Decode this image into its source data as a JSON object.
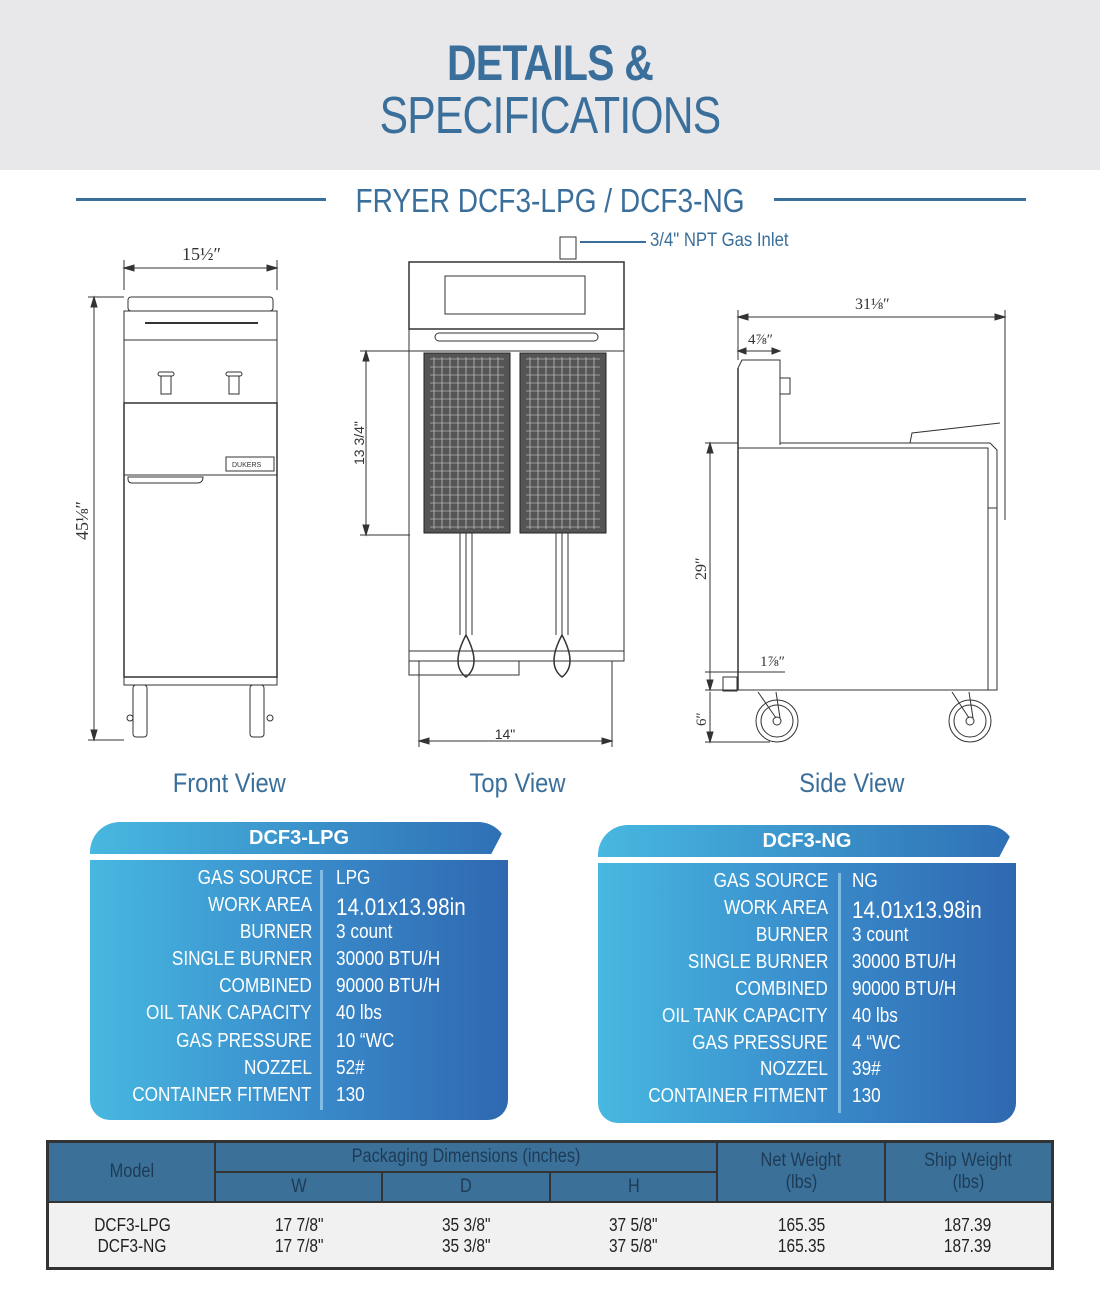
{
  "header": {
    "title_line1": "DETAILS &",
    "title_line2": "SPECIFICATIONS",
    "subtitle": "FRYER DCF3-LPG / DCF3-NG",
    "accent_color": "#3a6f9b",
    "band_color": "#e8e8eb"
  },
  "drawings": {
    "gas_inlet_label": "3/4\" NPT Gas Inlet",
    "front": {
      "label": "Front View",
      "width_dim": "15½″",
      "height_dim": "45⅛″"
    },
    "top": {
      "label": "Top View",
      "width_dim": "14\"",
      "depth_dim": "13 3/4\""
    },
    "side": {
      "label": "Side View",
      "depth_dim": "31⅛″",
      "top_dim": "4⅞″",
      "height_dim": "29″",
      "leg_offset_dim": "1⅞″",
      "leg_height_dim": "6″"
    }
  },
  "spec_cards": [
    {
      "title": "DCF3-LPG",
      "rows": [
        {
          "label": "GAS SOURCE",
          "value": "LPG"
        },
        {
          "label": "WORK AREA",
          "value": "14.01x13.98in"
        },
        {
          "label": "BURNER",
          "value": "3 count"
        },
        {
          "label": "SINGLE BURNER",
          "value": "30000 BTU/H"
        },
        {
          "label": "COMBINED",
          "value": "90000 BTU/H"
        },
        {
          "label": "OIL TANK CAPACITY",
          "value": "40 lbs"
        },
        {
          "label": "GAS PRESSURE",
          "value": "10 “WC"
        },
        {
          "label": "NOZZEL",
          "value": "52#"
        },
        {
          "label": "CONTAINER FITMENT",
          "value": "130"
        }
      ]
    },
    {
      "title": "DCF3-NG",
      "rows": [
        {
          "label": "GAS SOURCE",
          "value": "NG"
        },
        {
          "label": "WORK AREA",
          "value": "14.01x13.98in"
        },
        {
          "label": "BURNER",
          "value": "3 count"
        },
        {
          "label": "SINGLE BURNER",
          "value": "30000 BTU/H"
        },
        {
          "label": "COMBINED",
          "value": "90000 BTU/H"
        },
        {
          "label": "OIL TANK CAPACITY",
          "value": "40 lbs"
        },
        {
          "label": "GAS PRESSURE",
          "value": "4 “WC"
        },
        {
          "label": "NOZZEL",
          "value": "39#"
        },
        {
          "label": "CONTAINER FITMENT",
          "value": "130"
        }
      ]
    }
  ],
  "packaging_table": {
    "headers": {
      "model": "Model",
      "packaging": "Packaging Dimensions (inches)",
      "w": "W",
      "d": "D",
      "h": "H",
      "net_weight": "Net Weight\n(lbs)",
      "net_weight_l1": "Net Weight",
      "net_weight_l2": "(lbs)",
      "ship_weight_l1": "Ship Weight",
      "ship_weight_l2": "(lbs)"
    },
    "rows": [
      {
        "model": "DCF3-LPG",
        "w": "17 7/8\"",
        "d": "35 3/8\"",
        "h": "37 5/8\"",
        "net": "165.35",
        "ship": "187.39"
      },
      {
        "model": "DCF3-NG",
        "w": "17 7/8\"",
        "d": "35 3/8\"",
        "h": "37 5/8\"",
        "net": "165.35",
        "ship": "187.39"
      }
    ]
  }
}
